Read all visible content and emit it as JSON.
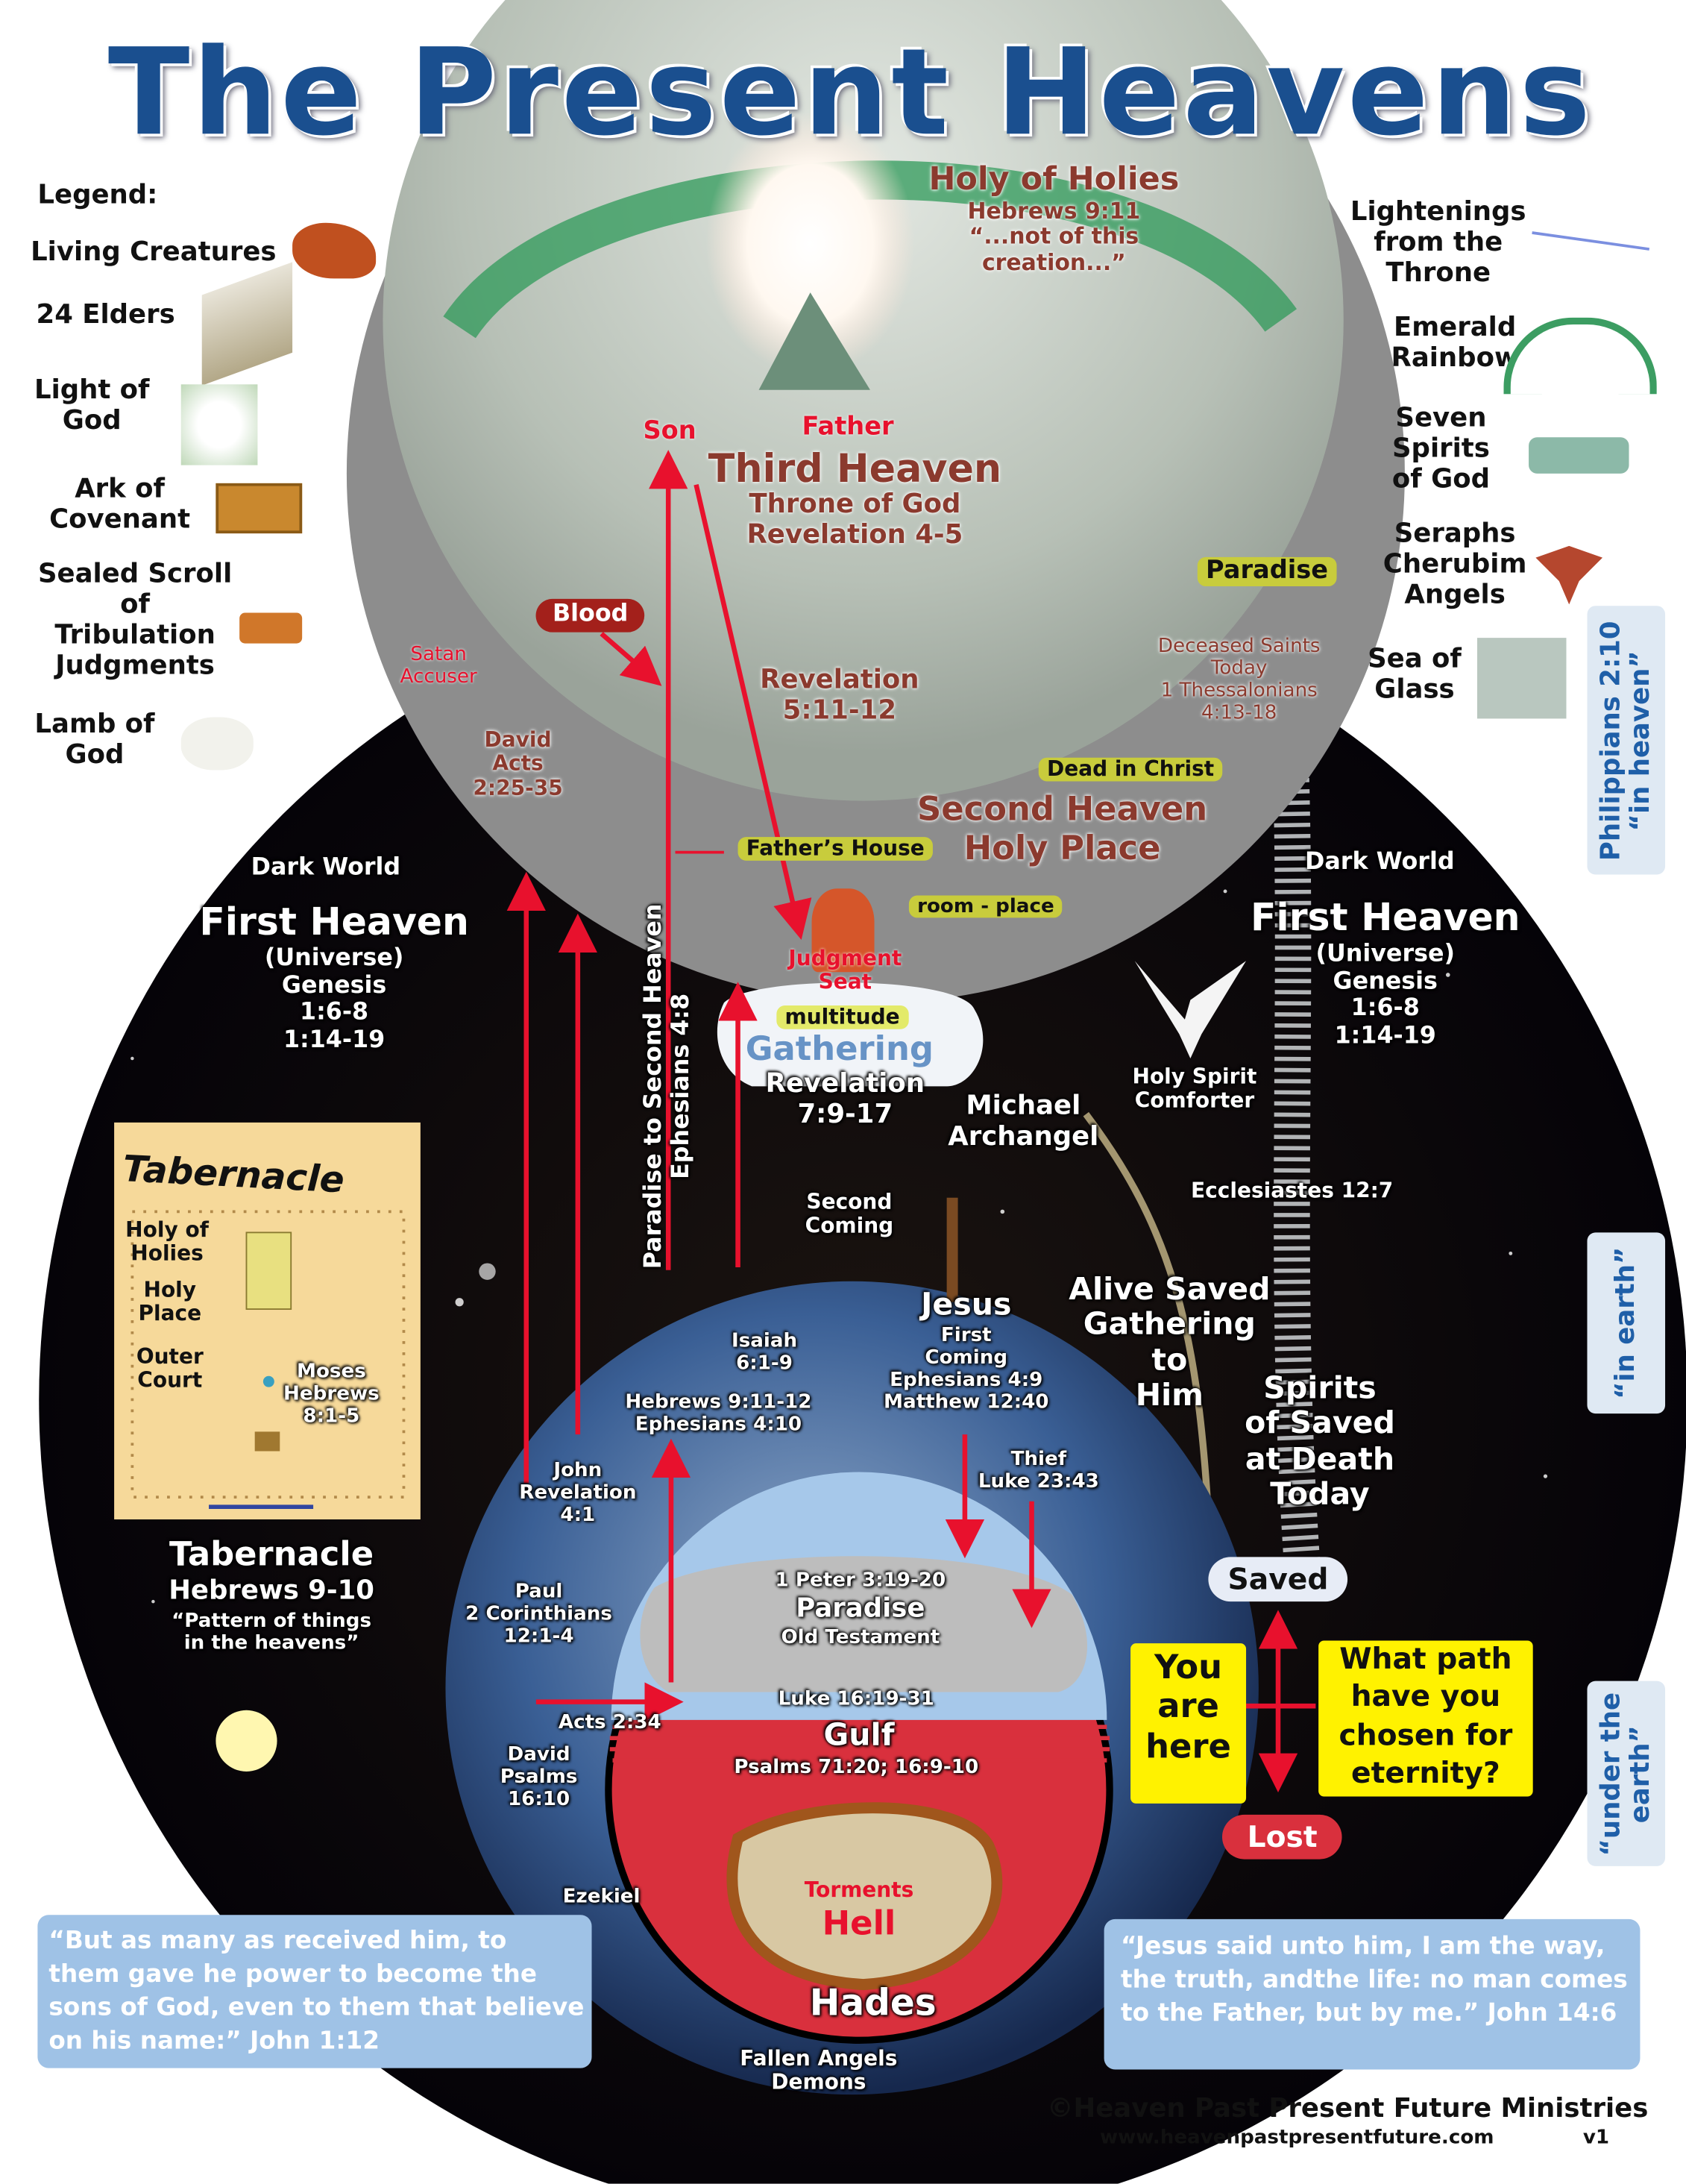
{
  "title": "The Present Heavens",
  "legend": {
    "heading": "Legend:",
    "items": [
      "Living Creatures",
      "24 Elders",
      "Light of\nGod",
      "Ark of\nCovenant",
      "Sealed Scroll\nof\nTribulation\nJudgments",
      "Lamb of\nGod"
    ],
    "right_items": [
      "Lightenings\nfrom the\nThrone",
      "Emerald\nRainbow",
      "Seven\nSpirits\nof God",
      "Seraphs\nCherubim\nAngels",
      "Sea of\nGlass"
    ]
  },
  "side_labels": [
    "Philippians 2:10\n“in heaven”",
    "“in earth”",
    "“under the\nearth”"
  ],
  "third_heaven": {
    "holy_of_holies": "Holy of Holies",
    "hebrews": "Hebrews 9:11\n“...not of this\ncreation...”",
    "son": "Son",
    "father": "Father",
    "title": "Third Heaven",
    "throne": "Throne of God\nRevelation 4-5",
    "paradise": "Paradise",
    "blood": "Blood",
    "satan": "Satan\nAccuser",
    "revelation": "Revelation\n5:11-12",
    "deceased": "Deceased Saints\nToday\n1 Thessalonians\n4:13-18",
    "david": "David\nActs\n2:25-35"
  },
  "second_heaven": {
    "dead_in_christ": "Dead in Christ",
    "title": "Second Heaven\nHoly Place",
    "fathers_house": "Father’s House",
    "room_place": "room - place",
    "judgment_seat": "Judgment\nSeat",
    "multitude": "multitude",
    "gathering": "Gathering",
    "gathering_ref": "Revelation\n7:9-17"
  },
  "first_heaven": {
    "dark_world": "Dark World",
    "title": "First Heaven",
    "sub": "(Universe)\nGenesis\n1:6-8\n1:14-19",
    "michael": "Michael\nArchangel",
    "holy_spirit": "Holy Spirit\nComforter",
    "ecclesiastes": "Ecclesiastes 12:7",
    "paradise_vertical": "Paradise to Second Heaven\nEphesians 4:8",
    "second_coming": "Second\nComing"
  },
  "earth": {
    "jesus": "Jesus",
    "first_coming": "First\nComing\nEphesians 4:9\nMatthew 12:40",
    "alive_saved": "Alive Saved\nGathering\nto\nHim",
    "spirits_saved": "Spirits\nof Saved\nat Death\nToday",
    "isaiah": "Isaiah\n6:1-9",
    "hebrews": "Hebrews 9:11-12\nEphesians 4:10",
    "john": "John\nRevelation\n4:1",
    "thief": "Thief\nLuke 23:43",
    "paul": "Paul\n2 Corinthians\n12:1-4",
    "acts": "Acts 2:34",
    "david": "David\nPsalms\n16:10",
    "ezekiel": "Ezekiel"
  },
  "tabernacle": {
    "heading": "Tabernacle",
    "holy_of_holies": "Holy of\nHolies",
    "holy_place": "Holy\nPlace",
    "outer_court": "Outer\nCourt",
    "moses": "Moses\nHebrews\n8:1-5",
    "caption_title": "Tabernacle",
    "caption_ref": "Hebrews 9-10",
    "caption_quote": "“Pattern of things\nin the heavens”"
  },
  "hades": {
    "peter": "1 Peter 3:19-20",
    "paradise": "Paradise",
    "old_testament": "Old Testament",
    "luke": "Luke 16:19-31",
    "gulf": "Gulf",
    "psalms": "Psalms 71:20; 16:9-10",
    "torments": "Torments",
    "hell": "Hell",
    "hades": "Hades",
    "fallen": "Fallen Angels\nDemons"
  },
  "choice": {
    "saved": "Saved",
    "lost": "Lost",
    "you_are_here": "You\nare\nhere",
    "question": "What path\nhave you\nchosen for\neternity?"
  },
  "quotes": {
    "left": "“But as many as received him, to them gave he power to become the sons of God, even to them that believe on his name:” John 1:12",
    "right": "“Jesus said unto him, I am the way, the truth, andthe life: no man comes to the Father, but by me.” John 14:6"
  },
  "footer": {
    "copyright": "©Heaven Past Present Future Ministries",
    "url": "www.heavenpastpresentfuture.com",
    "version": "v1"
  },
  "colors": {
    "title": "#1a4f8f",
    "arrow": "#e8112d",
    "yellow": "#fff200",
    "quote_box": "#9fc2e6"
  }
}
